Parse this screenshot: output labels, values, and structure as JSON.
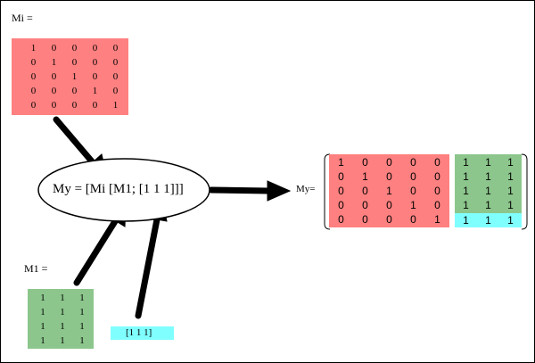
{
  "colors": {
    "identity": "#ff8080",
    "ones": "#8cc68c",
    "row": "#80ffff",
    "arrow": "#000000"
  },
  "labels": {
    "mi": "Mi =",
    "m1": "M1 =",
    "my": "My=",
    "equation": "My = [Mi [M1; [1 1 1]]]",
    "row_vector": "[1 1 1]"
  },
  "matrices": {
    "mi": [
      [
        1,
        0,
        0,
        0,
        0
      ],
      [
        0,
        1,
        0,
        0,
        0
      ],
      [
        0,
        0,
        1,
        0,
        0
      ],
      [
        0,
        0,
        0,
        1,
        0
      ],
      [
        0,
        0,
        0,
        0,
        1
      ]
    ],
    "m1": [
      [
        1,
        1,
        1
      ],
      [
        1,
        1,
        1
      ],
      [
        1,
        1,
        1
      ],
      [
        1,
        1,
        1
      ]
    ],
    "row": [
      [
        1,
        1,
        1
      ]
    ]
  }
}
